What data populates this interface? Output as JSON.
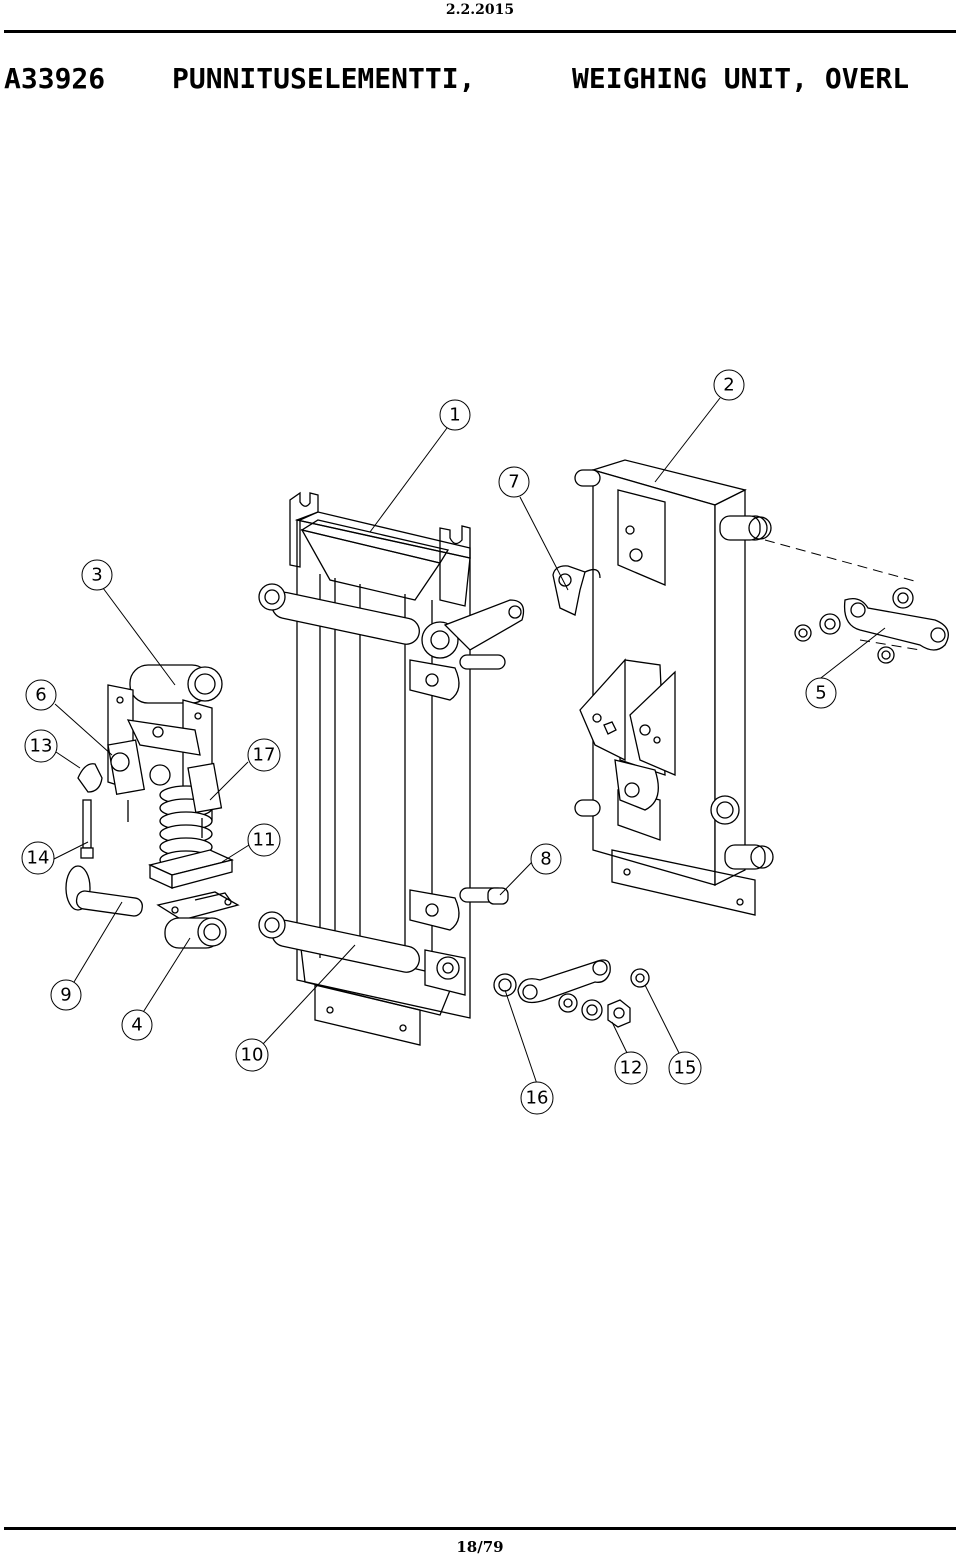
{
  "header": {
    "date": "2.2.2015",
    "code": "A33926",
    "title_fi": "PUNNITUSELEMENTTI,",
    "title_en": "WEIGHING UNIT, OVERL"
  },
  "callouts": [
    "1",
    "2",
    "3",
    "4",
    "5",
    "6",
    "7",
    "8",
    "9",
    "10",
    "11",
    "12",
    "13",
    "14",
    "15",
    "16",
    "17"
  ],
  "footer": {
    "page": "18/79"
  }
}
